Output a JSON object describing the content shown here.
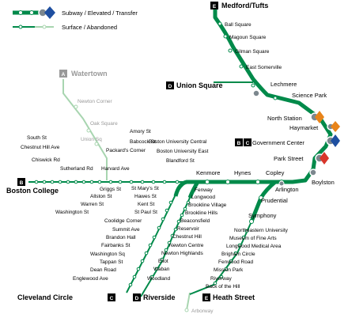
{
  "legend": {
    "subway_label": "Subway / Elevated / Transfer",
    "surface_label": "Surface / Abandoned",
    "line_color": "#008a4a",
    "abandoned_color": "#a8d5b0"
  },
  "branches": {
    "b": {
      "letter": "B",
      "name": "Boston College"
    },
    "c": {
      "letter": "C",
      "name": "Cleveland Circle"
    },
    "d": {
      "letter": "D",
      "name": "Riverside"
    },
    "d_north": {
      "letter": "D",
      "name": "Union Square"
    },
    "e": {
      "letter": "E",
      "name": "Heath Street"
    },
    "e_north": {
      "letter": "E",
      "name": "Medford/Tufts"
    },
    "a": {
      "letter": "A",
      "name": "Watertown"
    },
    "bc": {
      "letters": [
        "B",
        "C"
      ],
      "name": "Government Center"
    }
  },
  "colors": {
    "orange_line": "#e8841a",
    "blue_line": "#1e4fa0",
    "red_line": "#d8352a",
    "silver_line": "#7c878e",
    "green_line": "#008a4a"
  },
  "stations": {
    "north": [
      "Ball Square",
      "Magoun Square",
      "Gilman Square",
      "East Somerville",
      "Lechmere",
      "Science Park",
      "North Station",
      "Haymarket",
      "Park Street"
    ],
    "core": [
      "Kenmore",
      "Hynes",
      "Copley",
      "Arlington",
      "Boylston"
    ],
    "b_branch": [
      "South St",
      "Chestnut Hill Ave",
      "Chiswick Rd",
      "Sutherland Rd",
      "Washington St",
      "Warren St",
      "Allston St",
      "Griggs St",
      "Harvard Ave",
      "Packard's Corner",
      "Babcock St",
      "Amory St",
      "Boston University Central",
      "Boston University East",
      "Blandford St"
    ],
    "a_branch": [
      "Newton Corner",
      "Oak Square",
      "Union Sq"
    ],
    "c_branch": [
      "St Mary's St",
      "Hawes St",
      "Kent St",
      "St Paul St",
      "Coolidge Corner",
      "Summit Ave",
      "Brandon Hall",
      "Fairbanks St",
      "Washington Sq",
      "Tappan St",
      "Dean Road",
      "Englewood Ave"
    ],
    "d_branch": [
      "Fenway",
      "Longwood",
      "Brookline Village",
      "Brookline Hills",
      "Beaconsfield",
      "Reservoir",
      "Chestnut Hill",
      "Newton Centre",
      "Newton Highlands",
      "Eliot",
      "Waban",
      "Woodland"
    ],
    "e_branch": [
      "Prudential",
      "Symphony",
      "Northeastern University",
      "Museum of Fine Arts",
      "Longwood Medical Area",
      "Brigham Circle",
      "Fenwood Road",
      "Mission Park",
      "Riverway",
      "Back of the Hill"
    ],
    "abandoned": [
      "Arborway"
    ]
  }
}
